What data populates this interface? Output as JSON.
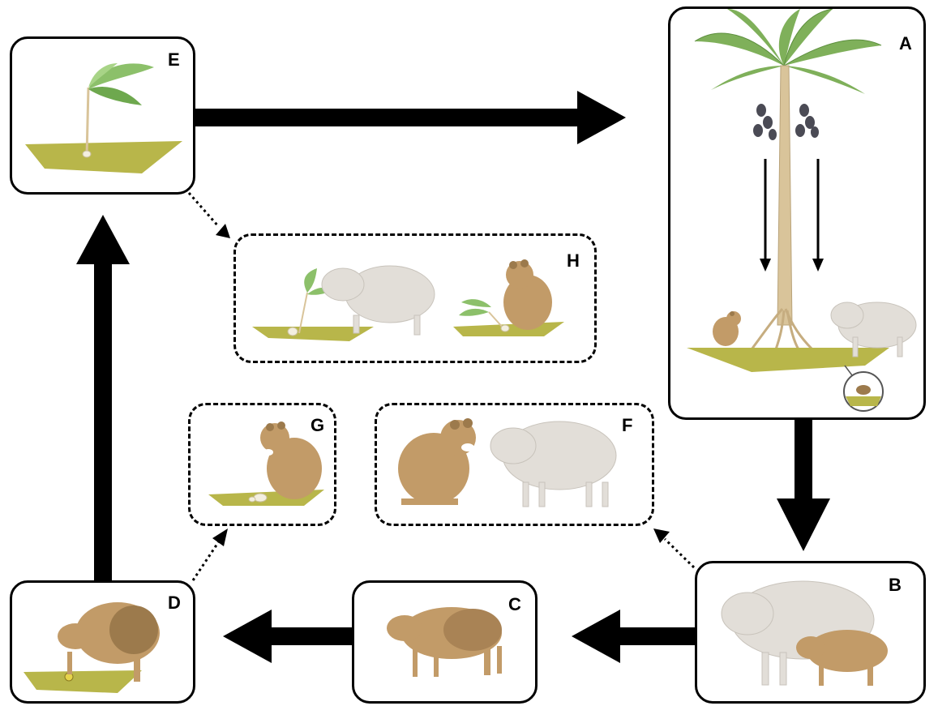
{
  "labels": {
    "A": "A",
    "B": "B",
    "C": "C",
    "D": "D",
    "E": "E",
    "F": "F",
    "G": "G",
    "H": "H"
  },
  "colors": {
    "soil": "#b8b64a",
    "agouti": "#c29b68",
    "agouti_dark": "#9c7a4c",
    "peccary": "#e2ded8",
    "peccary_shadow": "#c8c3bb",
    "leaf": "#8cc06a",
    "palm_leaf": "#7fb05a",
    "trunk": "#d9c49a",
    "fruit": "#4b4b55",
    "arrow": "#000000"
  },
  "icons": [
    "seedling-icon",
    "palm-tree-icon",
    "agouti-icon",
    "peccary-icon",
    "fruit-bunch-icon",
    "seed-icon"
  ]
}
